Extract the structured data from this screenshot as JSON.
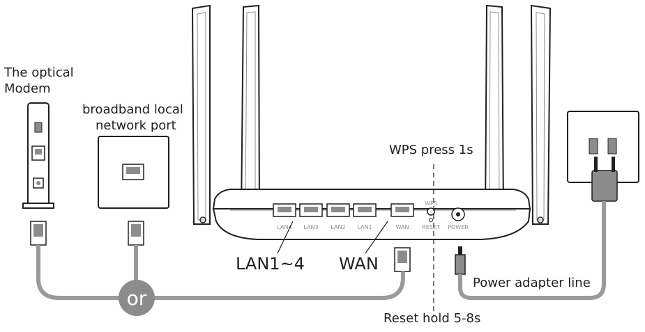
{
  "labels": {
    "optical_modem_line1": "The optical",
    "optical_modem_line2": "Modem",
    "broadband_line1": "broadband local",
    "broadband_line2": "network port",
    "wps_hint": "WPS press 1s",
    "lan_group": "LAN1~4",
    "wan": "WAN",
    "or": "or",
    "power_adapter": "Power adapter line",
    "reset_hint": "Reset hold 5-8s"
  },
  "router": {
    "ports": [
      "LAN4",
      "LAN3",
      "LAN2",
      "LAN1",
      "WAN"
    ],
    "wps_button": "WPS",
    "reset_button": "RESET",
    "power_socket": "POWER"
  },
  "colors": {
    "line_gray": "#8c8c8c",
    "cable_gray": "#9a9a9a",
    "dark": "#231f20",
    "or_badge": "#8c8c8c"
  }
}
